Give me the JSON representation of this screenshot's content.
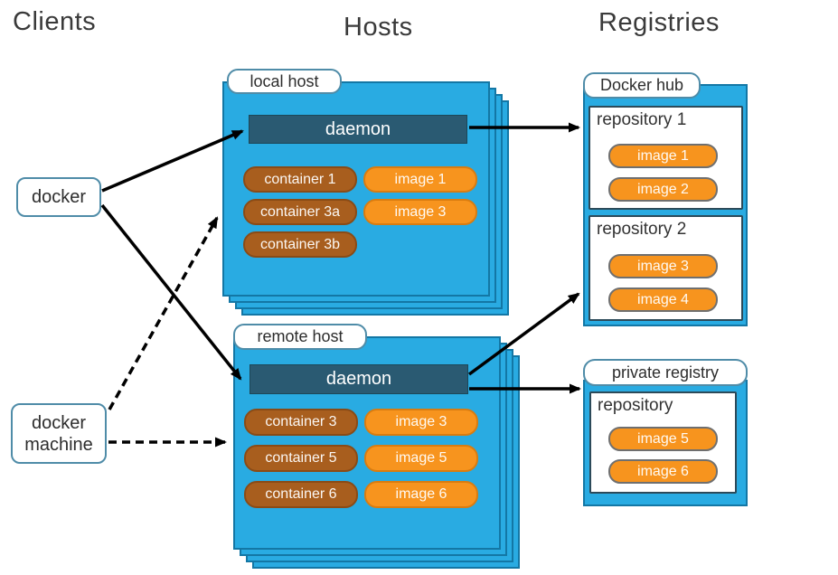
{
  "headers": {
    "clients": "Clients",
    "hosts": "Hosts",
    "registries": "Registries"
  },
  "clients": {
    "docker": "docker",
    "docker_machine": "docker machine"
  },
  "hosts": {
    "local": {
      "label": "local host",
      "daemon": "daemon",
      "containers": [
        "container 1",
        "container 3a",
        "container 3b"
      ],
      "images": [
        "image 1",
        "image 3"
      ]
    },
    "remote": {
      "label": "remote host",
      "daemon": "daemon",
      "containers": [
        "container 3",
        "container 5",
        "container 6"
      ],
      "images": [
        "image 3",
        "image 5",
        "image 6"
      ]
    }
  },
  "registries": {
    "docker_hub": {
      "label": "Docker hub",
      "repositories": [
        {
          "name": "repository 1",
          "images": [
            "image 1",
            "image 2"
          ]
        },
        {
          "name": "repository 2",
          "images": [
            "image 3",
            "image 4"
          ]
        }
      ]
    },
    "private": {
      "label": "private registry",
      "repositories": [
        {
          "name": "repository",
          "images": [
            "image 5",
            "image 6"
          ]
        }
      ]
    }
  },
  "colors": {
    "host_fill": "#29ABE2",
    "host_border": "#1377A5",
    "daemon_fill": "#2A5A72",
    "container_fill": "#A85E1E",
    "image_fill": "#F7941E",
    "registry_pill_border": "#6F6F6F",
    "label_border": "#4F8CA8",
    "arrow": "#000000"
  }
}
